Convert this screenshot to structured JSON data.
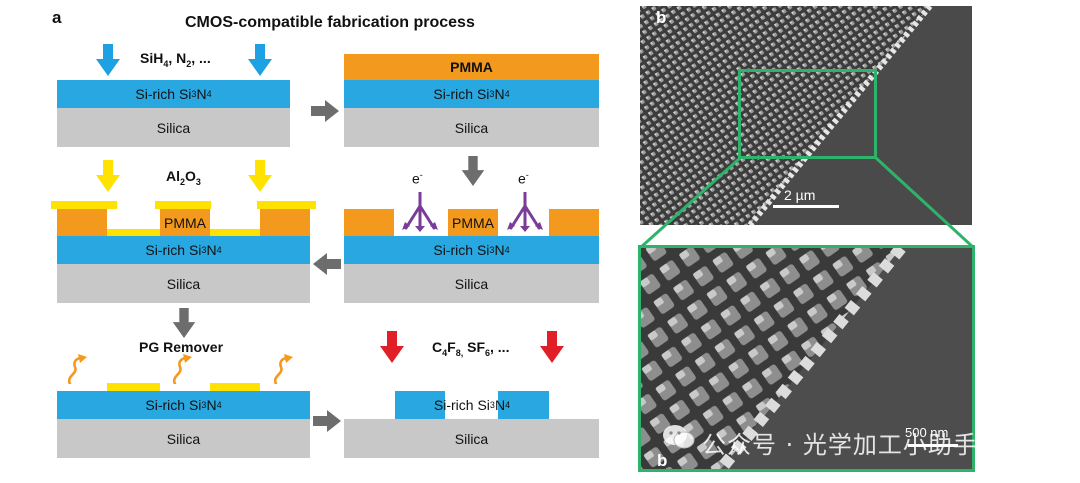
{
  "panel_a": {
    "letter": "a",
    "title": "CMOS-compatible fabrication process",
    "labels": {
      "si_rich_prefix": "Si-rich Si",
      "si_rich_sub1": "3",
      "si_rich_n": "N",
      "si_rich_sub2": "4",
      "silica": "Silica",
      "pmma": "PMMA",
      "gas_sih": "SiH",
      "gas_sih_sub": "4",
      "gas_n": ", N",
      "gas_n_sub": "2",
      "gas_rest": ", ...",
      "al_prefix": "Al",
      "al_sub1": "2",
      "al_o": "O",
      "al_sub2": "3",
      "electron": "e",
      "electron_sup": "-",
      "pg_remover": "PG Remover",
      "etch_c": "C",
      "etch_c_sub": "4",
      "etch_f": "F",
      "etch_f_sub": "8,",
      "etch_sf": " SF",
      "etch_sf_sub": "6",
      "etch_rest": ", ..."
    }
  },
  "panel_b": {
    "letter": "b",
    "scale_top": "2 µm",
    "scale_bottom": "500 nm"
  },
  "watermark": {
    "text": "公众号 · 光学加工小助手"
  },
  "colors": {
    "si_rich": "#29a7e1",
    "silica": "#c8c8c8",
    "pmma": "#f39a1e",
    "al2o3": "#ffe200",
    "arrow_blue": "#1da1e2",
    "arrow_gray": "#6d6d6d",
    "arrow_purple": "#7a3c98",
    "arrow_red": "#e01f26",
    "highlight_green": "#2eb36b"
  },
  "icons": [
    "down-arrow-icon",
    "right-arrow-icon",
    "left-arrow-icon",
    "electron-beam-icon",
    "wavy-arrow-icon",
    "wechat-icon"
  ]
}
